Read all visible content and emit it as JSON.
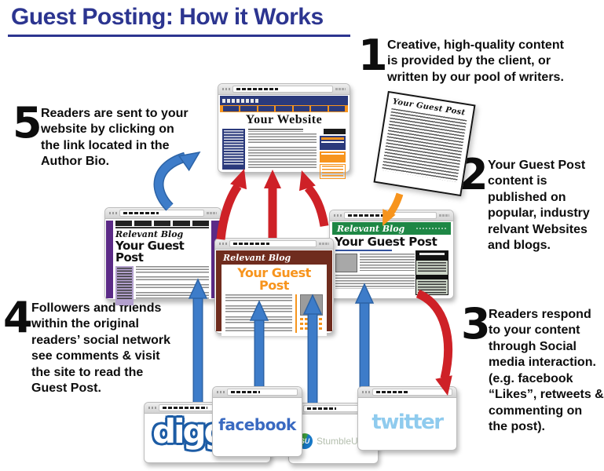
{
  "title": "Guest Posting: How it Works",
  "steps": [
    {
      "num": "1",
      "text": "Creative, high-quality content\nis provided by the client,  or\nwritten by our pool of writers."
    },
    {
      "num": "2",
      "text": "Your Guest Post\ncontent is\npublished on\npopular, industry\nrelvant Websites\nand blogs."
    },
    {
      "num": "3",
      "text": "Readers respond\nto your content\nthrough Social\nmedia interaction.\n(e.g. facebook\n“Likes”, retweets &\ncommenting on\nthe post)."
    },
    {
      "num": "4",
      "text": "Followers and friends\nwithin the original\nreaders’ social network\nsee comments & visit\nthe site to read the\nGuest Post."
    },
    {
      "num": "5",
      "text": "Readers are sent to your\nwebsite by clicking on\nthe link located in the\nAuthor Bio."
    }
  ],
  "windows": {
    "your_website": {
      "title": "Your Website"
    },
    "purple_blog": {
      "name": "Relevant Blog",
      "headline": "Your Guest Post"
    },
    "maroon_blog": {
      "name": "Relevant Blog",
      "headline": "Your Guest Post"
    },
    "green_blog": {
      "name": "Relevant Blog",
      "headline": "Your Guest Post"
    },
    "guest_post_paper": {
      "title": "Your Guest Post"
    }
  },
  "social": {
    "digg": {
      "label": "digg"
    },
    "facebook": {
      "label": "facebook"
    },
    "stumbleupon": {
      "label": "StumbleUpon",
      "icon_text": "SU"
    },
    "twitter": {
      "label": "twitter"
    }
  },
  "colors": {
    "title_navy": "#2c3590",
    "arrow_blue": "#3d7cc9",
    "arrow_red": "#ce2127",
    "arrow_orange": "#f7941d",
    "purple_blog": "#5b2a87",
    "maroon_blog": "#6f2c1e",
    "green_blog": "#1e8745",
    "headline_orange": "#f7941d",
    "digg_blue": "#1d5ca5",
    "facebook_blue": "#3a6ac1",
    "twitter_blue": "#8fcbee"
  }
}
